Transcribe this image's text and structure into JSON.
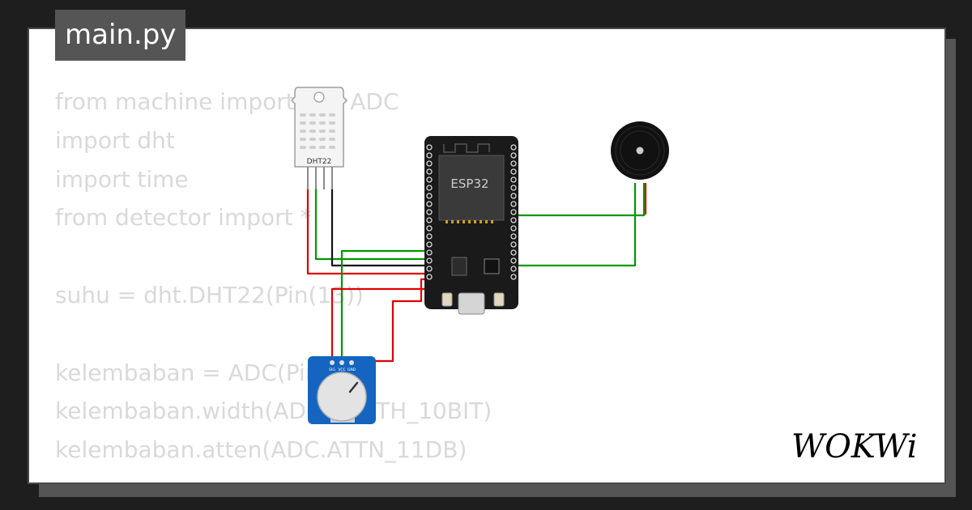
{
  "tab": {
    "filename": "main.py"
  },
  "code_lines": [
    "from machine import Pin, ADC",
    "import dht",
    "import time",
    "from detector import *",
    "",
    "suhu = dht.DHT22(Pin(13))",
    "",
    "kelembaban = ADC(Pin(34))",
    "kelembaban.width(ADC.WIDTH_10BIT)",
    "kelembaban.atten(ADC.ATTN_11DB)"
  ],
  "components": {
    "dht_label": "DHT22",
    "esp32_label": "ESP32",
    "pot_pins": [
      "SIG",
      "VCC",
      "GND"
    ]
  },
  "brand": {
    "logo": "WOKWi"
  },
  "colors": {
    "wire_red": "#e00000",
    "wire_green": "#009900",
    "wire_black": "#111111",
    "pot_blue": "#1565c0"
  }
}
